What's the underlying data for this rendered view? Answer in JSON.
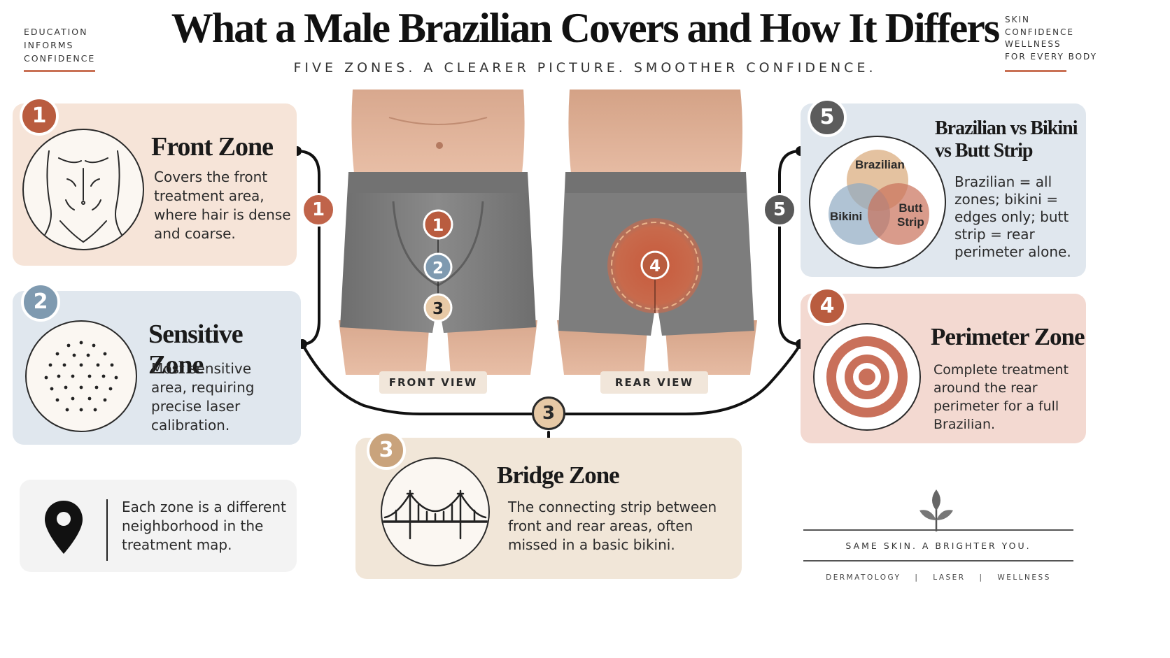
{
  "header": {
    "title": "What a Male Brazilian Covers and How It Differs",
    "subtitle": "FIVE ZONES. A CLEARER PICTURE. SMOOTHER CONFIDENCE.",
    "left_corner": [
      "EDUCATION",
      "INFORMS",
      "CONFIDENCE"
    ],
    "right_corner": [
      "SKIN",
      "CONFIDENCE",
      "WELLNESS",
      "FOR EVERY BODY"
    ]
  },
  "zones": [
    {
      "number": "1",
      "title": "Front Zone",
      "text": "Covers the front treatment area, where hair is dense and coarse.",
      "color": "#b95c3f",
      "icon": "torso-icon"
    },
    {
      "number": "2",
      "title": "Sensitive Zone",
      "text": "Most sensitive area, requiring precise laser calibration.",
      "color": "#7f9ab0",
      "icon": "dots-icon"
    },
    {
      "number": "3",
      "title": "Bridge Zone",
      "text": "The connecting strip between front and rear areas, often missed in a basic bikini.",
      "color": "#c9a37c",
      "icon": "bridge-icon"
    },
    {
      "number": "4",
      "title": "Perimeter Zone",
      "text": "Complete treatment around the rear perimeter for a full Brazilian.",
      "color": "#b95c3f",
      "icon": "target-icon"
    },
    {
      "number": "5",
      "title": "Brazilian vs Bikini vs Butt Strip",
      "title_lines": [
        "Brazilian vs Bikini",
        "vs Butt Strip"
      ],
      "text": "Brazilian = all zones; bikini = edges only; butt strip = rear perimeter alone.",
      "color": "#5c5c5c",
      "icon": "venn-icon"
    }
  ],
  "venn": {
    "brazilian": "Brazilian",
    "bikini": "Bikini",
    "butt_strip": [
      "Butt",
      "Strip"
    ]
  },
  "views": {
    "front": "FRONT VIEW",
    "rear": "REAR VIEW"
  },
  "tip": {
    "text": "Each zone is a different neighborhood in the treatment map.",
    "icon": "location-pin-icon"
  },
  "footer": {
    "tagline": "SAME SKIN. A BRIGHTER YOU.",
    "services": [
      "DERMATOLOGY",
      "LASER",
      "WELLNESS"
    ],
    "separator": "|",
    "icon": "leaf-sprout-icon"
  },
  "colors": {
    "terracotta": "#b95c3f",
    "slate_blue": "#7f9ab0",
    "sand": "#c9a37c",
    "charcoal": "#5c5c5c",
    "card_peach": "#f6e4d8",
    "card_blue": "#e0e7ee",
    "card_sand": "#f1e6d8",
    "card_gray": "#f3f3f3",
    "underwear_gray": "#7d7d7d"
  }
}
